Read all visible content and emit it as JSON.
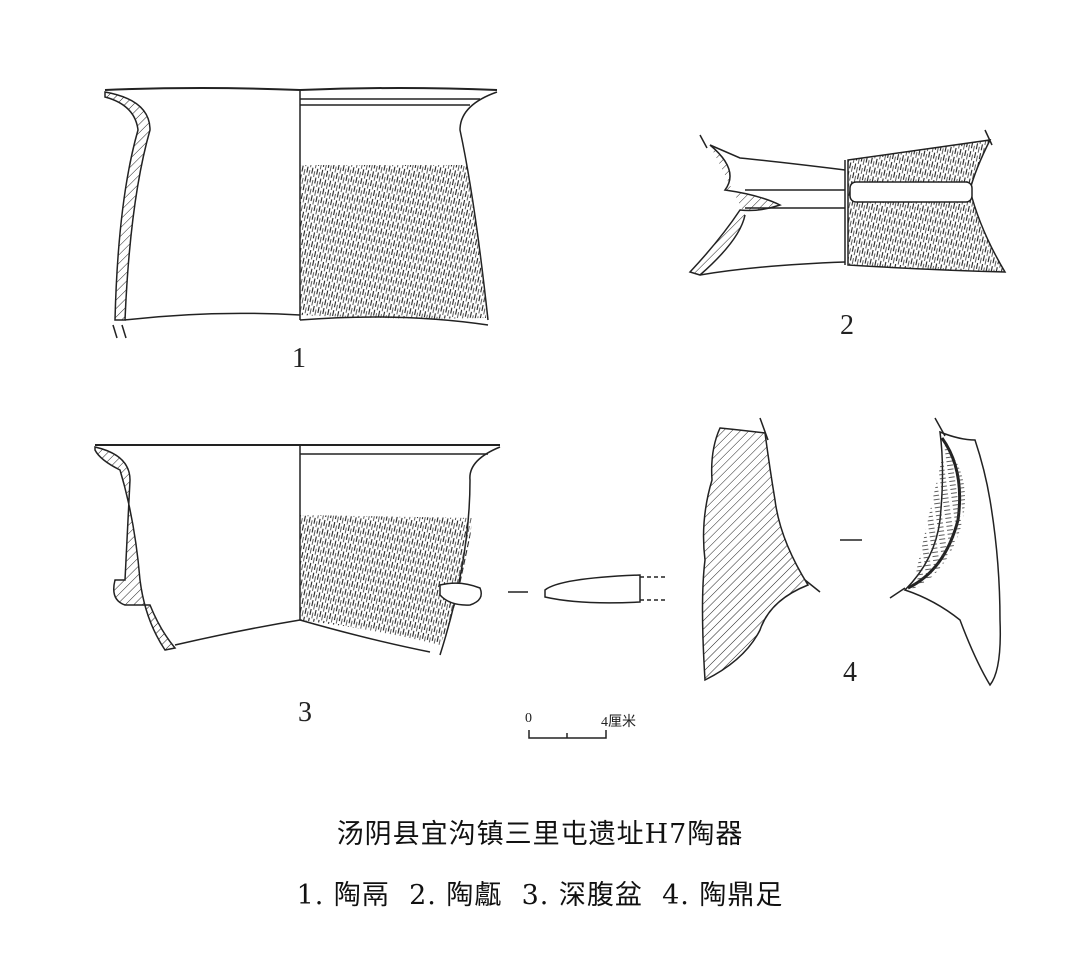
{
  "figure_labels": {
    "v1": "1",
    "v2": "2",
    "v3": "3",
    "v4": "4"
  },
  "scale_bar": {
    "start": "0",
    "end": "4厘米"
  },
  "title": "汤阴县宜沟镇三里屯遗址H7陶器",
  "caption": "1. 陶鬲  2. 陶甗  3. 深腹盆  4. 陶鼎足"
}
